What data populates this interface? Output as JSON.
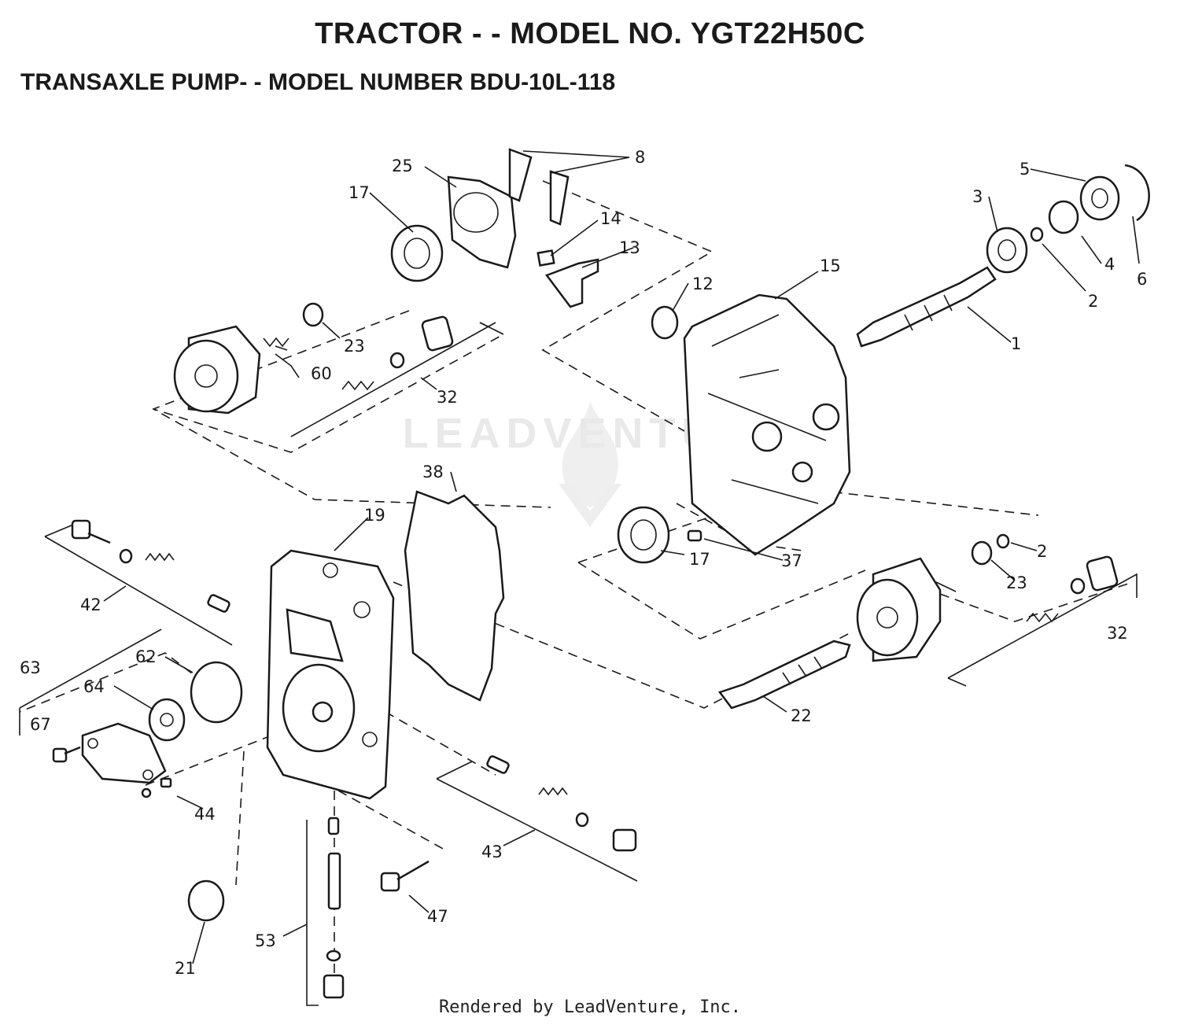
{
  "title": "TRACTOR - - MODEL NO. YGT22H50C",
  "subtitle": "TRANSAXLE PUMP- - MODEL NUMBER BDU-10L-118",
  "footer": "Rendered by LeadVenture, Inc.",
  "watermark": "LEADVENTURE",
  "callouts": [
    "8",
    "25",
    "17",
    "14",
    "13",
    "5",
    "3",
    "4",
    "6",
    "2",
    "1",
    "12",
    "15",
    "23",
    "60",
    "32",
    "38",
    "19",
    "17",
    "37",
    "2",
    "23",
    "32",
    "42",
    "63",
    "62",
    "64",
    "67",
    "44",
    "22",
    "43",
    "47",
    "21",
    "53"
  ]
}
